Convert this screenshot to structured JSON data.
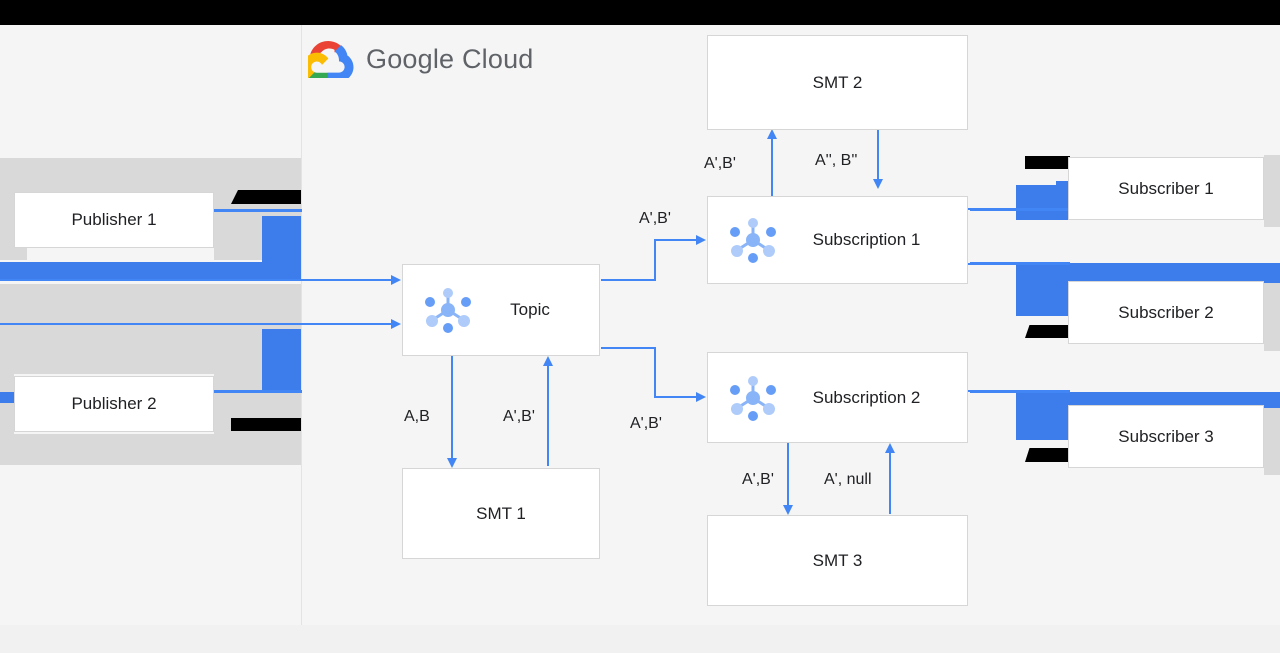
{
  "page": {
    "background_color": "#f5f5f5",
    "topbar_color": "#000000",
    "accent_color": "#4285f4",
    "text_color": "#202124",
    "grey_panel_color": "#d9d9d9"
  },
  "brand": {
    "name": "Google Cloud",
    "word_google": "Google",
    "word_cloud": "Cloud",
    "logo_colors": {
      "red": "#ea4335",
      "yellow": "#fbbc04",
      "green": "#34a853",
      "blue": "#4285f4"
    }
  },
  "nodes": {
    "publisher_1": "Publisher 1",
    "publisher_2": "Publisher 2",
    "topic": "Topic",
    "smt_1": "SMT 1",
    "smt_2": "SMT 2",
    "smt_3": "SMT 3",
    "subscription_1": "Subscription 1",
    "subscription_2": "Subscription 2",
    "subscriber_1": "Subscriber 1",
    "subscriber_2": "Subscriber 2",
    "subscriber_3": "Subscriber 3"
  },
  "edge_labels": {
    "topic_to_smt1": "A,B",
    "smt1_to_topic": "A',B'",
    "topic_to_subscription1": "A',B'",
    "topic_to_subscription2": "A',B'",
    "subscription1_to_smt2": "A',B'",
    "smt2_to_subscription1": "A'', B''",
    "subscription2_to_smt3": "A',B'",
    "smt3_to_subscription2": "A', null"
  },
  "icons": {
    "pubsub_node": "pubsub-node-icon",
    "google_cloud_mark": "google-cloud-logo-icon"
  }
}
